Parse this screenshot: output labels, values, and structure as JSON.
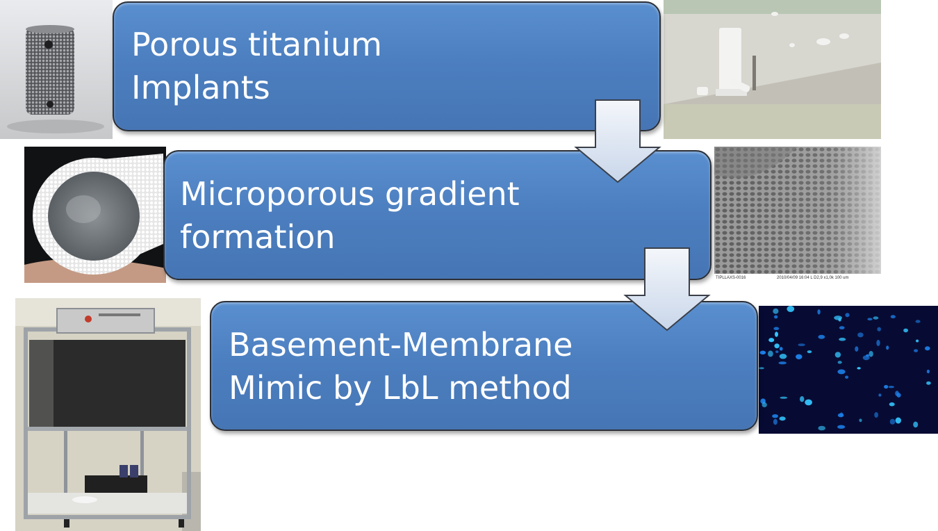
{
  "steps": [
    {
      "label": "Porous titanium\nImplants"
    },
    {
      "label": "Microporous gradient\nformation"
    },
    {
      "label": "Basement-Membrane\nMimic by LbL method"
    }
  ],
  "sem_caption": {
    "id": "TIPLLAXS-0016",
    "meta": "2010/04/09   16:04 L   D2,9   x1,0k   100 um"
  },
  "icons": {
    "photo1": "porous-titanium-cylinder-photo",
    "photo2": "white-printed-parts-photo",
    "photo3": "porous-tube-photo",
    "photo4": "sem-micrograph",
    "photo5": "lbl-dipping-machine-photo",
    "photo6": "fluorescent-cells-micrograph"
  },
  "colors": {
    "box_fill": "#4c7fc0",
    "box_border": "#2b2f36",
    "arrow_fill": "#dde6f4"
  }
}
